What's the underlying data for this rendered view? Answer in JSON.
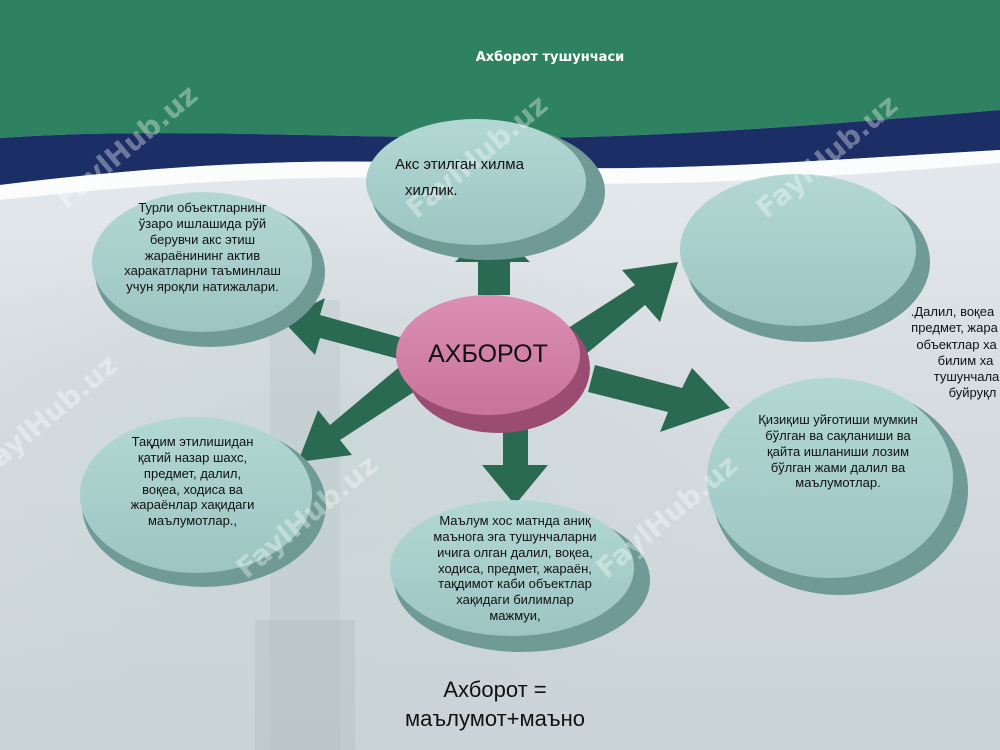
{
  "slide": {
    "title": "Ахборот тушунчаси",
    "center_label": "АХБОРОТ",
    "nodes": {
      "top": [
        "Акс этилган хилма",
        "хиллик."
      ],
      "top_left": [
        "Турли объектларнинг",
        "ўзаро ишлашида рўй",
        "берувчи акс этиш",
        "жараёнининг актив",
        "харакатларни таъминлаш",
        "учун яроқли натижалари."
      ],
      "bottom_left": [
        "Тақдим этилишидан",
        "қатий назар шахс,",
        "предмет, далил,",
        "воқеа, ходиса ва",
        "жараёнлар хақидаги",
        "маълумотлар.,"
      ],
      "bottom": [
        "Маълум хос матнда аниқ",
        "маънога эга тушунчаларни",
        "ичига олган далил, воқеа,",
        "ходиса, предмет, жараён,",
        "тақдимот каби объектлар",
        "хақидаги билимлар",
        "мажмуи,"
      ],
      "right_lower": [
        "Қизиқиш уйғотиши мумкин",
        "бўлган ва сақланиши ва",
        "қайта ишланиши лозим",
        "бўлган жами далил ва",
        "маълумотлар."
      ],
      "right_upper": []
    },
    "side_note": [
      ".Далил, воқеа",
      "предмет, жара",
      "объектлар ха",
      "билим ха",
      "тушунчала",
      "буйруқл"
    ],
    "formula": [
      "Ахборот =",
      "маълумот+маъно"
    ],
    "watermark": "FaylHub.uz"
  },
  "colors": {
    "header_green": "#2f8261",
    "navy_band": "#1c2e66",
    "node_teal": "#a7cfcb",
    "node_teal_side": "#6f9a96",
    "center_pink": "#cf7fa5",
    "center_pink_side": "#9b4c72",
    "arrow_green": "#2b6a52"
  }
}
